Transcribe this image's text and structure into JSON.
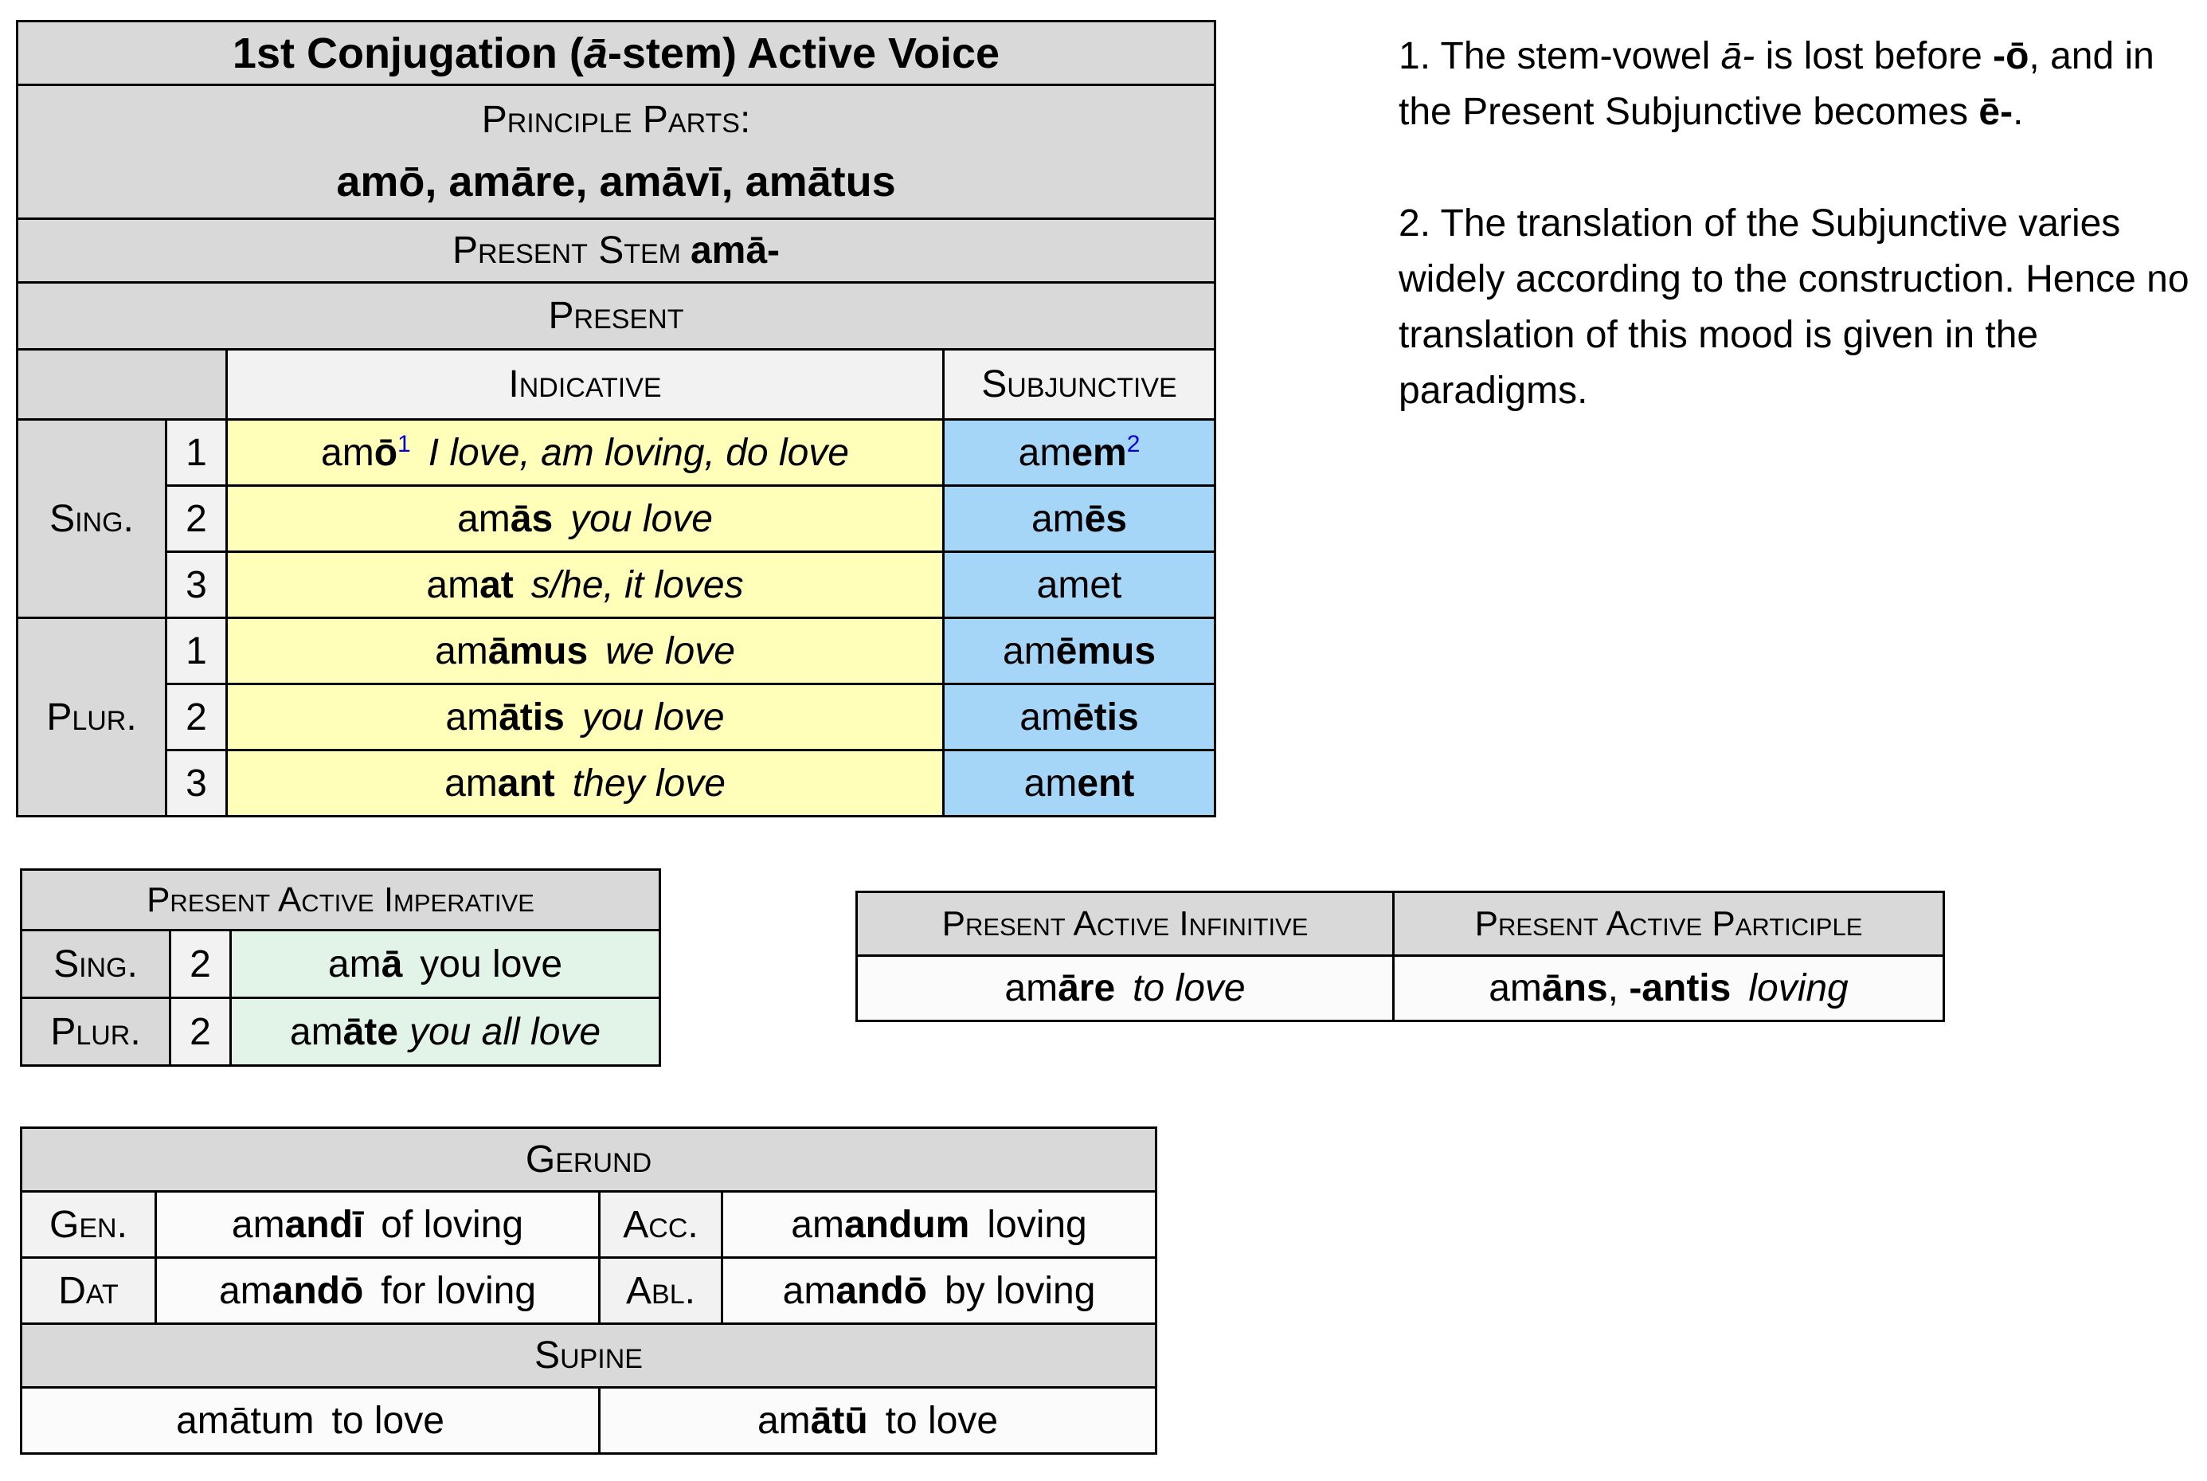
{
  "colors": {
    "header_gray": "#d9d9d9",
    "subheader_gray": "#f2f2f2",
    "indicative_yellow": "#ffffb9",
    "subjunctive_blue": "#a5d5f7",
    "imperative_mint": "#e2f3e8",
    "data_white": "#fbfbfb",
    "footnote_blue": "#0000dd",
    "border_black": "#000000"
  },
  "main_table": {
    "title": {
      "pre": "1st Conjugation (",
      "italic": "ā",
      "post": "-stem) Active Voice"
    },
    "principle_parts": {
      "label": "Principle Parts:",
      "value": "amō, amāre, amāvī, amātus"
    },
    "present_stem": {
      "label": "Present Stem",
      "value": "amā-"
    },
    "tense_header": "Present",
    "col_headers": {
      "indicative": "Indicative",
      "subjunctive": "Subjunctive"
    },
    "group_labels": {
      "singular": "Sing.",
      "plural": "Plur."
    },
    "rows": [
      {
        "person": "1",
        "ind": {
          "stem": "am",
          "ending": "ō",
          "sup": "1",
          "trans": "I love, am loving, do love"
        },
        "subj": {
          "stem": "am",
          "ending": "em",
          "sup": "2"
        }
      },
      {
        "person": "2",
        "ind": {
          "stem": "am",
          "ending": "ās",
          "trans": "you love"
        },
        "subj": {
          "stem": "am",
          "ending": "ēs"
        }
      },
      {
        "person": "3",
        "ind": {
          "stem": "am",
          "ending": "at",
          "trans": "s/he, it loves"
        },
        "subj": {
          "stem": "amet",
          "ending": ""
        }
      },
      {
        "person": "1",
        "ind": {
          "stem": "am",
          "ending": "āmus",
          "trans": "we love"
        },
        "subj": {
          "stem": "am",
          "ending": "ēmus"
        }
      },
      {
        "person": "2",
        "ind": {
          "stem": "am",
          "ending": "ātis",
          "trans": "you love"
        },
        "subj": {
          "stem": "am",
          "ending": "ētis"
        }
      },
      {
        "person": "3",
        "ind": {
          "stem": "am",
          "ending": "ant",
          "trans": "they love"
        },
        "subj": {
          "stem": "am",
          "ending": "ent"
        }
      }
    ]
  },
  "notes": {
    "note1": {
      "p1": "1. The stem-vowel ",
      "i1": "ā-",
      "p2": " is lost before ",
      "b1": "-ō",
      "p3": ", and in the Present Subjunctive becomes ",
      "b2": "ē-",
      "p4": "."
    },
    "note2": "2. The translation of the Subjunctive varies widely according to the construction. Hence no translation of this mood is given in the paradigms."
  },
  "imperative_table": {
    "title": "Present Active Imperative",
    "rows": [
      {
        "number": "Sing.",
        "person": "2",
        "word": {
          "stem": "am",
          "ending": "ā"
        },
        "trans": "you love"
      },
      {
        "number": "Plur.",
        "person": "2",
        "word": {
          "stem": "am",
          "ending": "āte"
        },
        "trans": "you all love"
      }
    ]
  },
  "infinitive_participle_table": {
    "infinitive": {
      "header": "Present Active Infinitive",
      "word": {
        "stem": "am",
        "ending": "āre"
      },
      "trans": "to love"
    },
    "participle": {
      "header": "Present Active Participle",
      "word": {
        "stem": "am",
        "ending": "āns",
        "mid": ", ",
        "ending2": "-antis"
      },
      "trans": "loving"
    }
  },
  "gerund_table": {
    "title": "Gerund",
    "rows": [
      [
        {
          "case": "Gen.",
          "stem": "am",
          "ending": "andī",
          "trans": "of loving"
        },
        {
          "case": "Acc.",
          "stem": "am",
          "ending": "andum",
          "trans": "loving"
        }
      ],
      [
        {
          "case": "Dat",
          "stem": "am",
          "ending": "andō",
          "trans": "for loving"
        },
        {
          "case": "Abl.",
          "stem": "am",
          "ending": "andō",
          "trans": "by loving"
        }
      ]
    ],
    "supine": {
      "title": "Supine",
      "cells": [
        {
          "stem": "amātum",
          "ending": "",
          "trans": "to love"
        },
        {
          "stem": "am",
          "ending": "ātū",
          "trans": "to love"
        }
      ]
    }
  }
}
